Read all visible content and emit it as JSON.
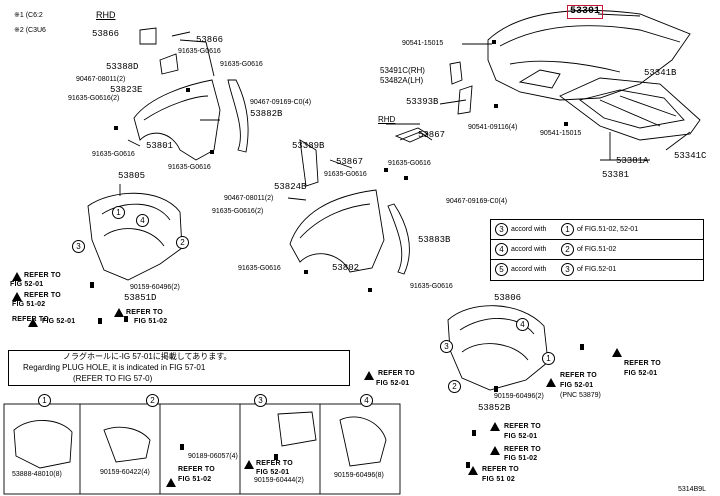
{
  "header_note_1": "※1 (C6:2",
  "header_note_2": "※2 (C3U6",
  "rhd_top": "RHD",
  "rhd_mid": "RHD",
  "main_part": "53301",
  "parts": {
    "p53866_a": "53866",
    "p53866_b": "53866",
    "p91635_g0616_a": "91635-G0616",
    "p91635_g0616_b": "91635-G0616",
    "p5388d": "53388D",
    "p90467_08011": "90467-08011(2)",
    "p53823e": "53823E",
    "p91635_g0616_2": "91635-G0616(2)",
    "p90467_09169_c0": "90467-09169-C0(4)",
    "p53882b": "53882B",
    "p53801": "53801",
    "p91635_g0616_c": "91635-G0616",
    "p91635_g0616_d": "91635-G0616",
    "p90541_15015_a": "90541-15015",
    "p53491c": "53491C(RH)",
    "p53482a": "53482A(LH)",
    "p53341b": "53341B",
    "p53393b": "53393B",
    "p90541_09116": "90541-09116(4)",
    "p90541_15015_b": "90541-15015",
    "p53381a": "53381A",
    "p53341c": "53341C",
    "p53381": "53381",
    "p53867_a": "53867",
    "p53389b": "53389B",
    "p53867_b": "53867",
    "p91635_g0616_e": "91635-G0616",
    "p91635_g0616_f": "91635-G0616",
    "p53824b": "53824B",
    "p90467_08011_b": "90467-08011(2)",
    "p91635_g0616_g": "91635-G0616(2)",
    "p90467_09169_c0_b": "90467-09169-C0(4)",
    "p53883b": "53883B",
    "p91635_g0616_h": "91635-G0616",
    "p53802": "53802",
    "p91635_g0616_i": "91635-G0616",
    "p53805": "53805",
    "p90159_60496": "90159-60496(2)",
    "p53851d": "53851D",
    "p53806": "53806",
    "p90159_60496_b": "90159-60496(2)",
    "p53852b": "53852B",
    "p53888_48010": "53888-48010(8)",
    "p90159_60422": "90159-60422(4)",
    "p90189_06057": "90189-06057(4)",
    "p90159_60444": "90159-60444(2)",
    "p90159_60496_c": "90159-60496(8)",
    "p53879": "(PNC 53879)"
  },
  "refer": {
    "to": "REFER TO",
    "fig5201": "FIG 52-01",
    "fig5102": "FIG 51-02",
    "fig5201b": "FIG 52-01",
    "fig5201c": "FIG 52-01",
    "fig5102b": "FIG 51-02",
    "fig5201d": "FIG 52-01",
    "fig5102c": "FIG 51-02",
    "fig5201e": "FIG 52-01",
    "fig5102d": "FIG 51-02",
    "fig5201f": "FIG 52-01",
    "fig5102e": "FIG 51-02",
    "fig5201g": "FIG 52-01",
    "fig5102f": "FIG 51 02"
  },
  "table_rows": [
    {
      "a": "3",
      "b": "1",
      "text_mid": "accord with",
      "text_end": "of FIG.51-02, 52-01"
    },
    {
      "a": "4",
      "b": "2",
      "text_mid": "accord with",
      "text_end": "of FIG.51-02"
    },
    {
      "a": "5",
      "b": "3",
      "text_mid": "accord with",
      "text_end": "of FIG.52-01"
    }
  ],
  "note_jp": "ノラグホールに-IG 57-01に掲載してあります。",
  "note_en": "Regarding PLUG HOLE, it is indicated in FIG 57-01",
  "note_ref": "(REFER TO FIG 57-0)",
  "inset_labels": [
    "1",
    "2",
    "3",
    "4"
  ],
  "callouts": [
    "1",
    "2",
    "3",
    "4",
    "3",
    "4",
    "1",
    "2"
  ],
  "figure_id": "5314B9L"
}
